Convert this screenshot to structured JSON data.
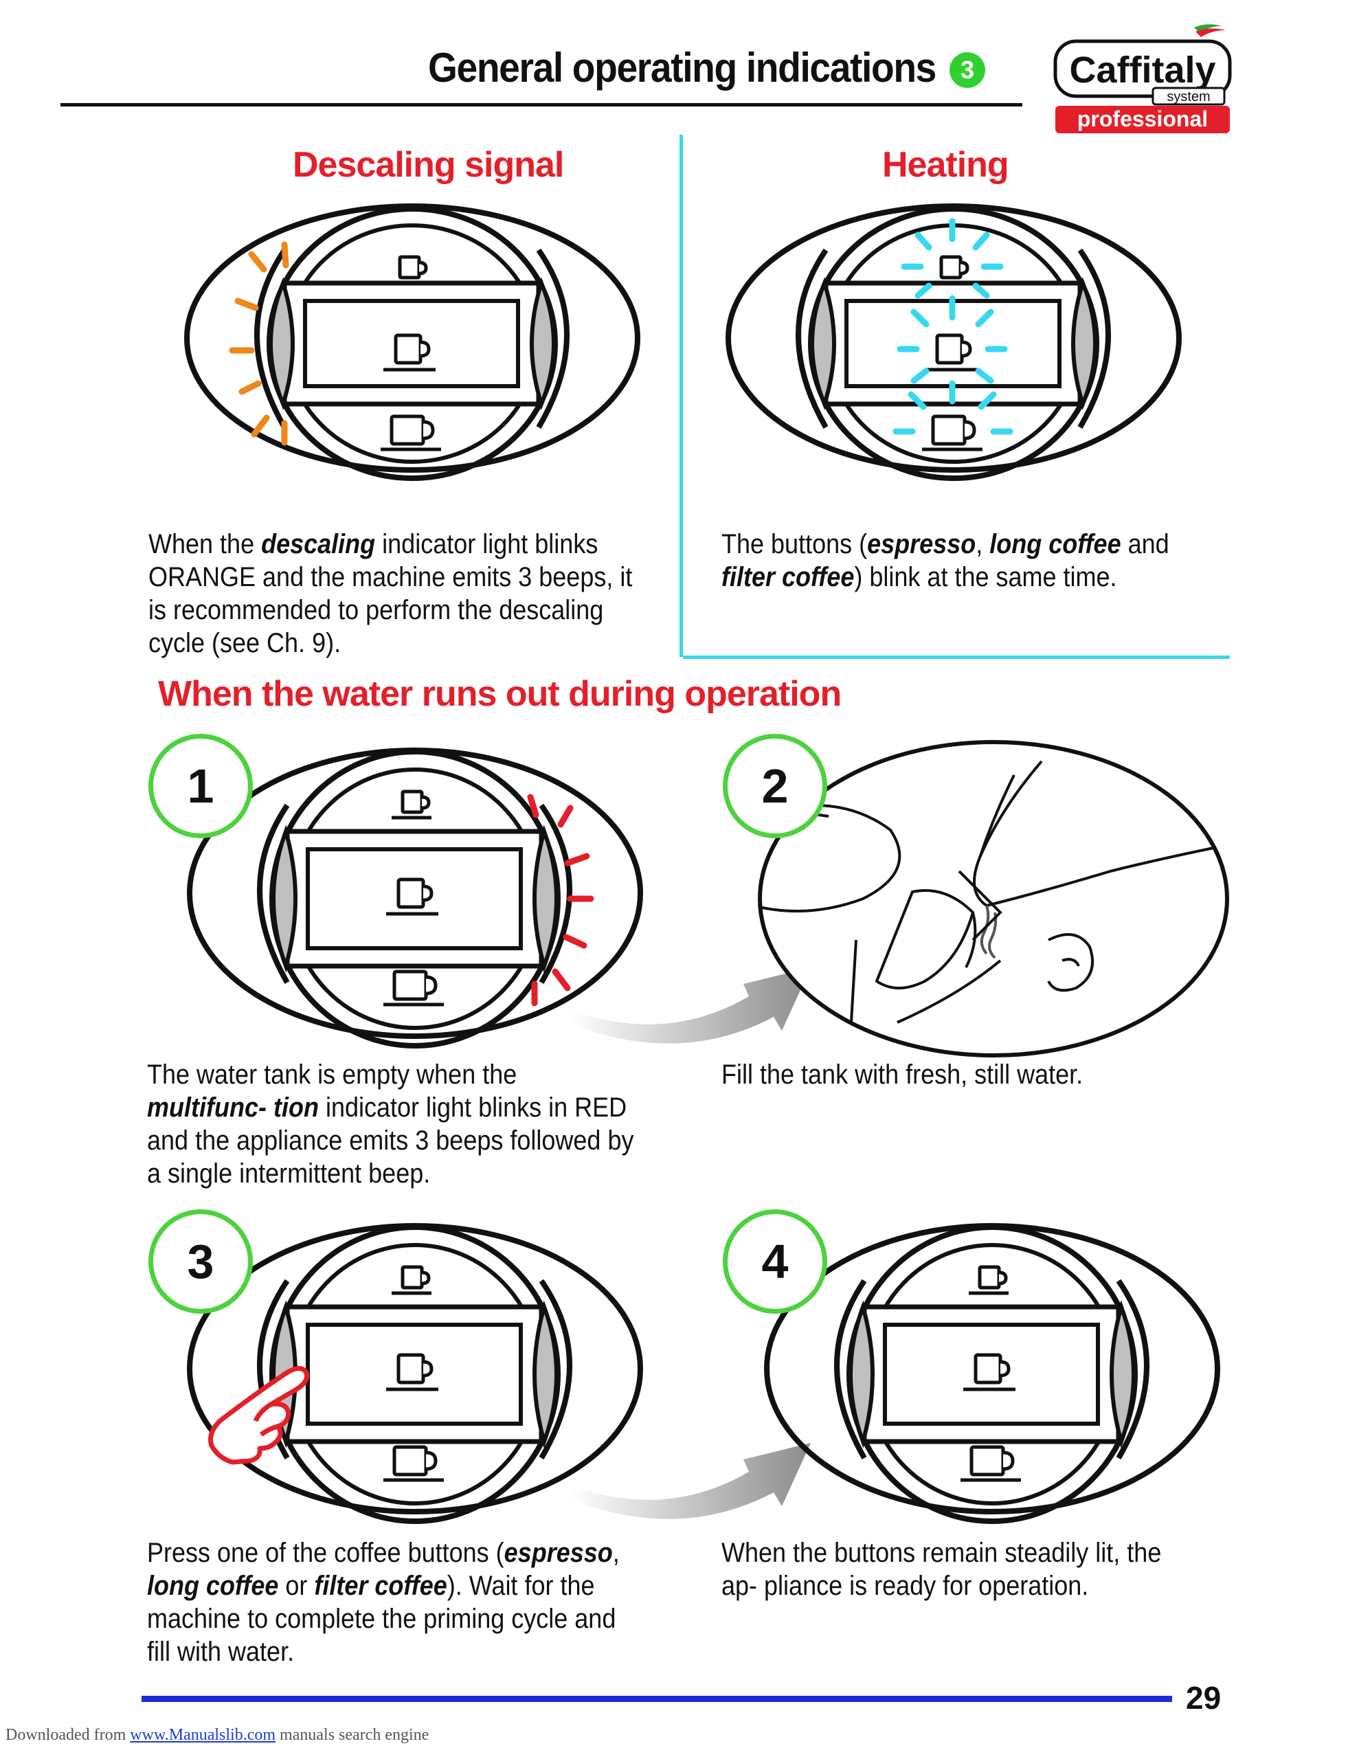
{
  "header": {
    "title": "General operating indications",
    "chapter": "3",
    "logo": {
      "brand": "Caffitaly",
      "system": "system",
      "edition": "professional"
    }
  },
  "sections": {
    "descaling": {
      "title": "Descaling signal",
      "caption_parts": [
        {
          "text": "When the ",
          "bold": false
        },
        {
          "text": "descaling",
          "bold": true
        },
        {
          "text": " indicator light blinks ORANGE and the machine emits 3 beeps, it is recommended to perform the descaling cycle (see Ch. 9).",
          "bold": false
        }
      ]
    },
    "heating": {
      "title": "Heating",
      "caption_parts": [
        {
          "text": "The buttons (",
          "bold": false
        },
        {
          "text": "espresso",
          "bold": true
        },
        {
          "text": ", ",
          "bold": false
        },
        {
          "text": "long coffee",
          "bold": true
        },
        {
          "text": " and ",
          "bold": false
        },
        {
          "text": "filter coffee",
          "bold": true
        },
        {
          "text": ") blink at the same time.",
          "bold": false
        }
      ]
    },
    "water_out": {
      "title": "When the water runs out during operation",
      "steps": [
        {
          "number": "1",
          "caption_parts": [
            {
              "text": "The water tank is empty when the ",
              "bold": false
            },
            {
              "text": "multifunc- tion",
              "bold": true
            },
            {
              "text": " indicator light blinks in RED and the appliance emits 3 beeps followed by a single intermittent beep.",
              "bold": false
            }
          ]
        },
        {
          "number": "2",
          "caption_parts": [
            {
              "text": "Fill the tank with fresh, still water.",
              "bold": false
            }
          ]
        },
        {
          "number": "3",
          "caption_parts": [
            {
              "text": "Press one of the coffee buttons (",
              "bold": false
            },
            {
              "text": "espresso",
              "bold": true
            },
            {
              "text": ", ",
              "bold": false
            },
            {
              "text": "long coffee",
              "bold": true
            },
            {
              "text": " or ",
              "bold": false
            },
            {
              "text": "filter coffee",
              "bold": true
            },
            {
              "text": "). Wait for the machine to complete the priming cycle and fill with water.",
              "bold": false
            }
          ]
        },
        {
          "number": "4",
          "caption_parts": [
            {
              "text": "When the buttons remain steadily lit, the ap- pliance is ready for operation.",
              "bold": false
            }
          ]
        }
      ]
    }
  },
  "colors": {
    "heading_red": "#e3202a",
    "divider_cyan": "#3ad6ec",
    "step_green": "#4cd23e",
    "descale_orange": "#f0861a",
    "heating_cyan": "#38d8f0",
    "alarm_red": "#e3202a",
    "footer_blue": "#1e2ad6"
  },
  "footer": {
    "page_number": "29",
    "download_prefix": "Downloaded from ",
    "download_link": "www.Manualslib.com",
    "download_suffix": " manuals search engine"
  }
}
